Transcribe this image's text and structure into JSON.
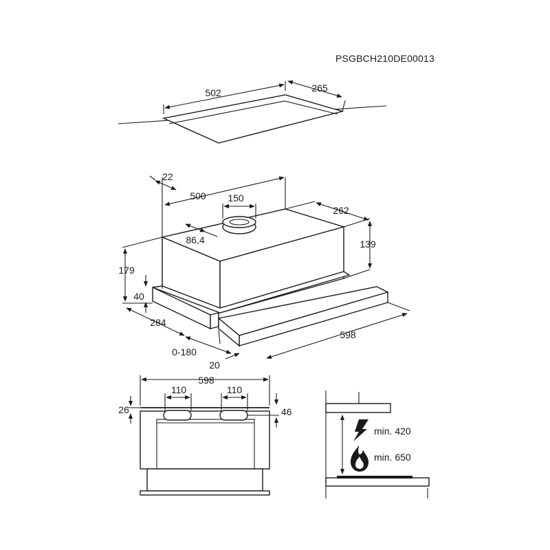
{
  "drawing_code": "PSGBCH210DE00013",
  "cutout": {
    "width": "502",
    "depth": "265"
  },
  "hood": {
    "top_offset": "22",
    "body_width": "500",
    "outlet_diameter": "150",
    "outlet_offset": "86,4",
    "body_depth": "262",
    "body_height": "139",
    "total_height": "179",
    "front_height": "40",
    "depth": "284",
    "extension": "0-180",
    "panel_thickness": "20",
    "total_width": "598"
  },
  "front_view": {
    "total_width": "598",
    "vent_left_width": "110",
    "vent_right_width": "110",
    "top_band": "26",
    "vent_height": "46"
  },
  "clearance": {
    "electric_label": "min. 420",
    "gas_label": "min. 650",
    "electric_icon": "lightning-icon",
    "gas_icon": "flame-icon"
  }
}
